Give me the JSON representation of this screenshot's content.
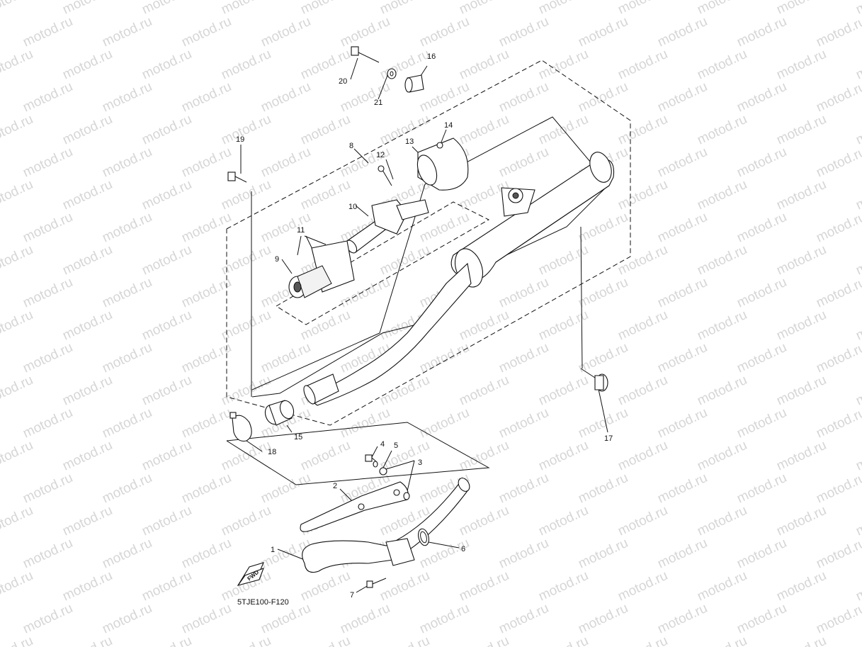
{
  "watermark": "motod.ru",
  "diagram_code": "5TJE100-F120",
  "fwd_label": "FWD",
  "parts": [
    {
      "id": "p1",
      "label": "1"
    },
    {
      "id": "p2",
      "label": "2"
    },
    {
      "id": "p3",
      "label": "3"
    },
    {
      "id": "p4",
      "label": "4"
    },
    {
      "id": "p5",
      "label": "5"
    },
    {
      "id": "p6",
      "label": "6"
    },
    {
      "id": "p7",
      "label": "7"
    },
    {
      "id": "p8",
      "label": "8"
    },
    {
      "id": "p9",
      "label": "9"
    },
    {
      "id": "p10",
      "label": "10"
    },
    {
      "id": "p11",
      "label": "11"
    },
    {
      "id": "p12",
      "label": "12"
    },
    {
      "id": "p13",
      "label": "13"
    },
    {
      "id": "p14",
      "label": "14"
    },
    {
      "id": "p15",
      "label": "15"
    },
    {
      "id": "p16",
      "label": "16"
    },
    {
      "id": "p17",
      "label": "17"
    },
    {
      "id": "p18",
      "label": "18"
    },
    {
      "id": "p19",
      "label": "19"
    },
    {
      "id": "p20",
      "label": "20"
    },
    {
      "id": "p21",
      "label": "21"
    }
  ]
}
